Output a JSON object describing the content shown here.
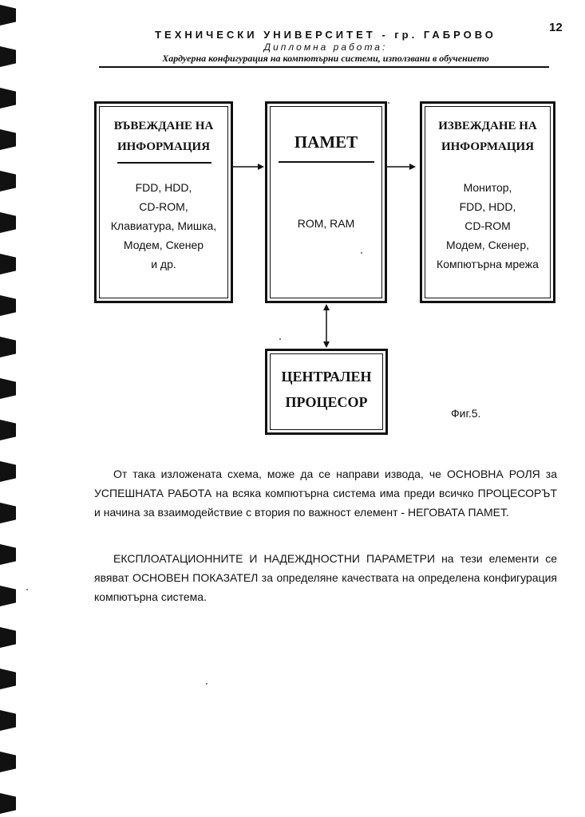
{
  "header": {
    "page_number": "12",
    "university": "ТЕХНИЧЕСКИ УНИВЕРСИТЕТ - гр. ГАБРОВО",
    "thesis": "Дипломна работа:",
    "topic": "Хардуерна конфигурация на компютърни системи, използвани в обучението"
  },
  "diagram": {
    "input_box": {
      "title_lines": [
        "ВЪВЕЖДАНЕ НА",
        "ИНФОРМАЦИЯ"
      ],
      "body_lines": [
        "FDD, HDD,",
        "CD-ROM,",
        "Клавиатура, Мишка,",
        "Модем, Скенер",
        "и др."
      ]
    },
    "memory_box": {
      "title": "ПАМЕТ",
      "body": "ROM, RAM"
    },
    "output_box": {
      "title_lines": [
        "ИЗВЕЖДАНЕ НА",
        "ИНФОРМАЦИЯ"
      ],
      "body_lines": [
        "Монитор,",
        "FDD, HDD,",
        "CD-ROM",
        "Модем, Скенер,",
        "Компютърна мрежа"
      ]
    },
    "cpu_box": {
      "title_lines": [
        "ЦЕНТРАЛЕН",
        "ПРОЦЕСОР"
      ]
    },
    "figure_label": "Фиг.5."
  },
  "paragraphs": [
    "От така изложената схема, може да се направи извода, че ОСНОВНА РОЛЯ за УСПЕШНАТА РАБОТА на всяка компютърна система има преди всичко ПРОЦЕСОРЪТ и начина за взаимодействие с втория по важност елемент - НЕГОВАТА ПАМЕТ.",
    "ЕКСПЛОАТАЦИОННИТЕ И НАДЕЖДНОСТНИ ПАРАМЕТРИ на тези елементи се явяват ОСНОВЕН ПОКАЗАТЕЛ за определяне качествата на определена конфигурация компютърна система."
  ]
}
